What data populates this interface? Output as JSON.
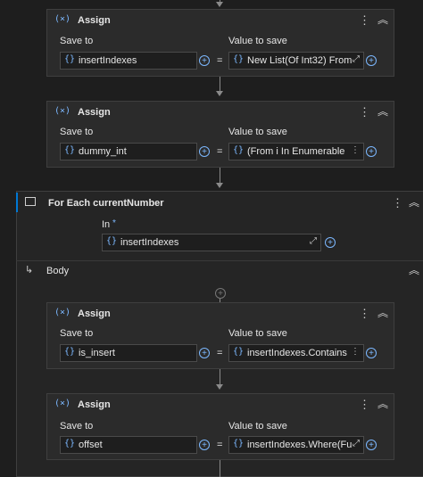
{
  "assign_label": "Assign",
  "save_to_label": "Save to",
  "value_to_save_label": "Value to save",
  "equals": "=",
  "more_glyph": "⋮",
  "collapse_glyph": "︽",
  "var_glyph": "(×)",
  "brace_glyph": "{}",
  "plus_glyph": "+",
  "expand_glyph": "⤢",
  "assign1": {
    "save_to": "insertIndexes",
    "value": "New List(Of Int32) From"
  },
  "assign2": {
    "save_to": "dummy_int",
    "value": "(From i In Enumerable"
  },
  "foreach": {
    "title": "For Each currentNumber",
    "in_label": "In",
    "required": "*",
    "in_value": "insertIndexes",
    "body_label": "Body"
  },
  "assign3": {
    "save_to": "is_insert",
    "value": "insertIndexes.Contains"
  },
  "assign4": {
    "save_to": "offset",
    "value": "insertIndexes.Where(Fu"
  },
  "icons": {
    "assign": "variable-icon",
    "foreach": "loop-icon",
    "body": "body-arrow-icon"
  },
  "colors": {
    "accent": "#0078d4",
    "brace": "#7cb8ff",
    "background": "#1e1e1e",
    "card": "#2b2b2b"
  }
}
